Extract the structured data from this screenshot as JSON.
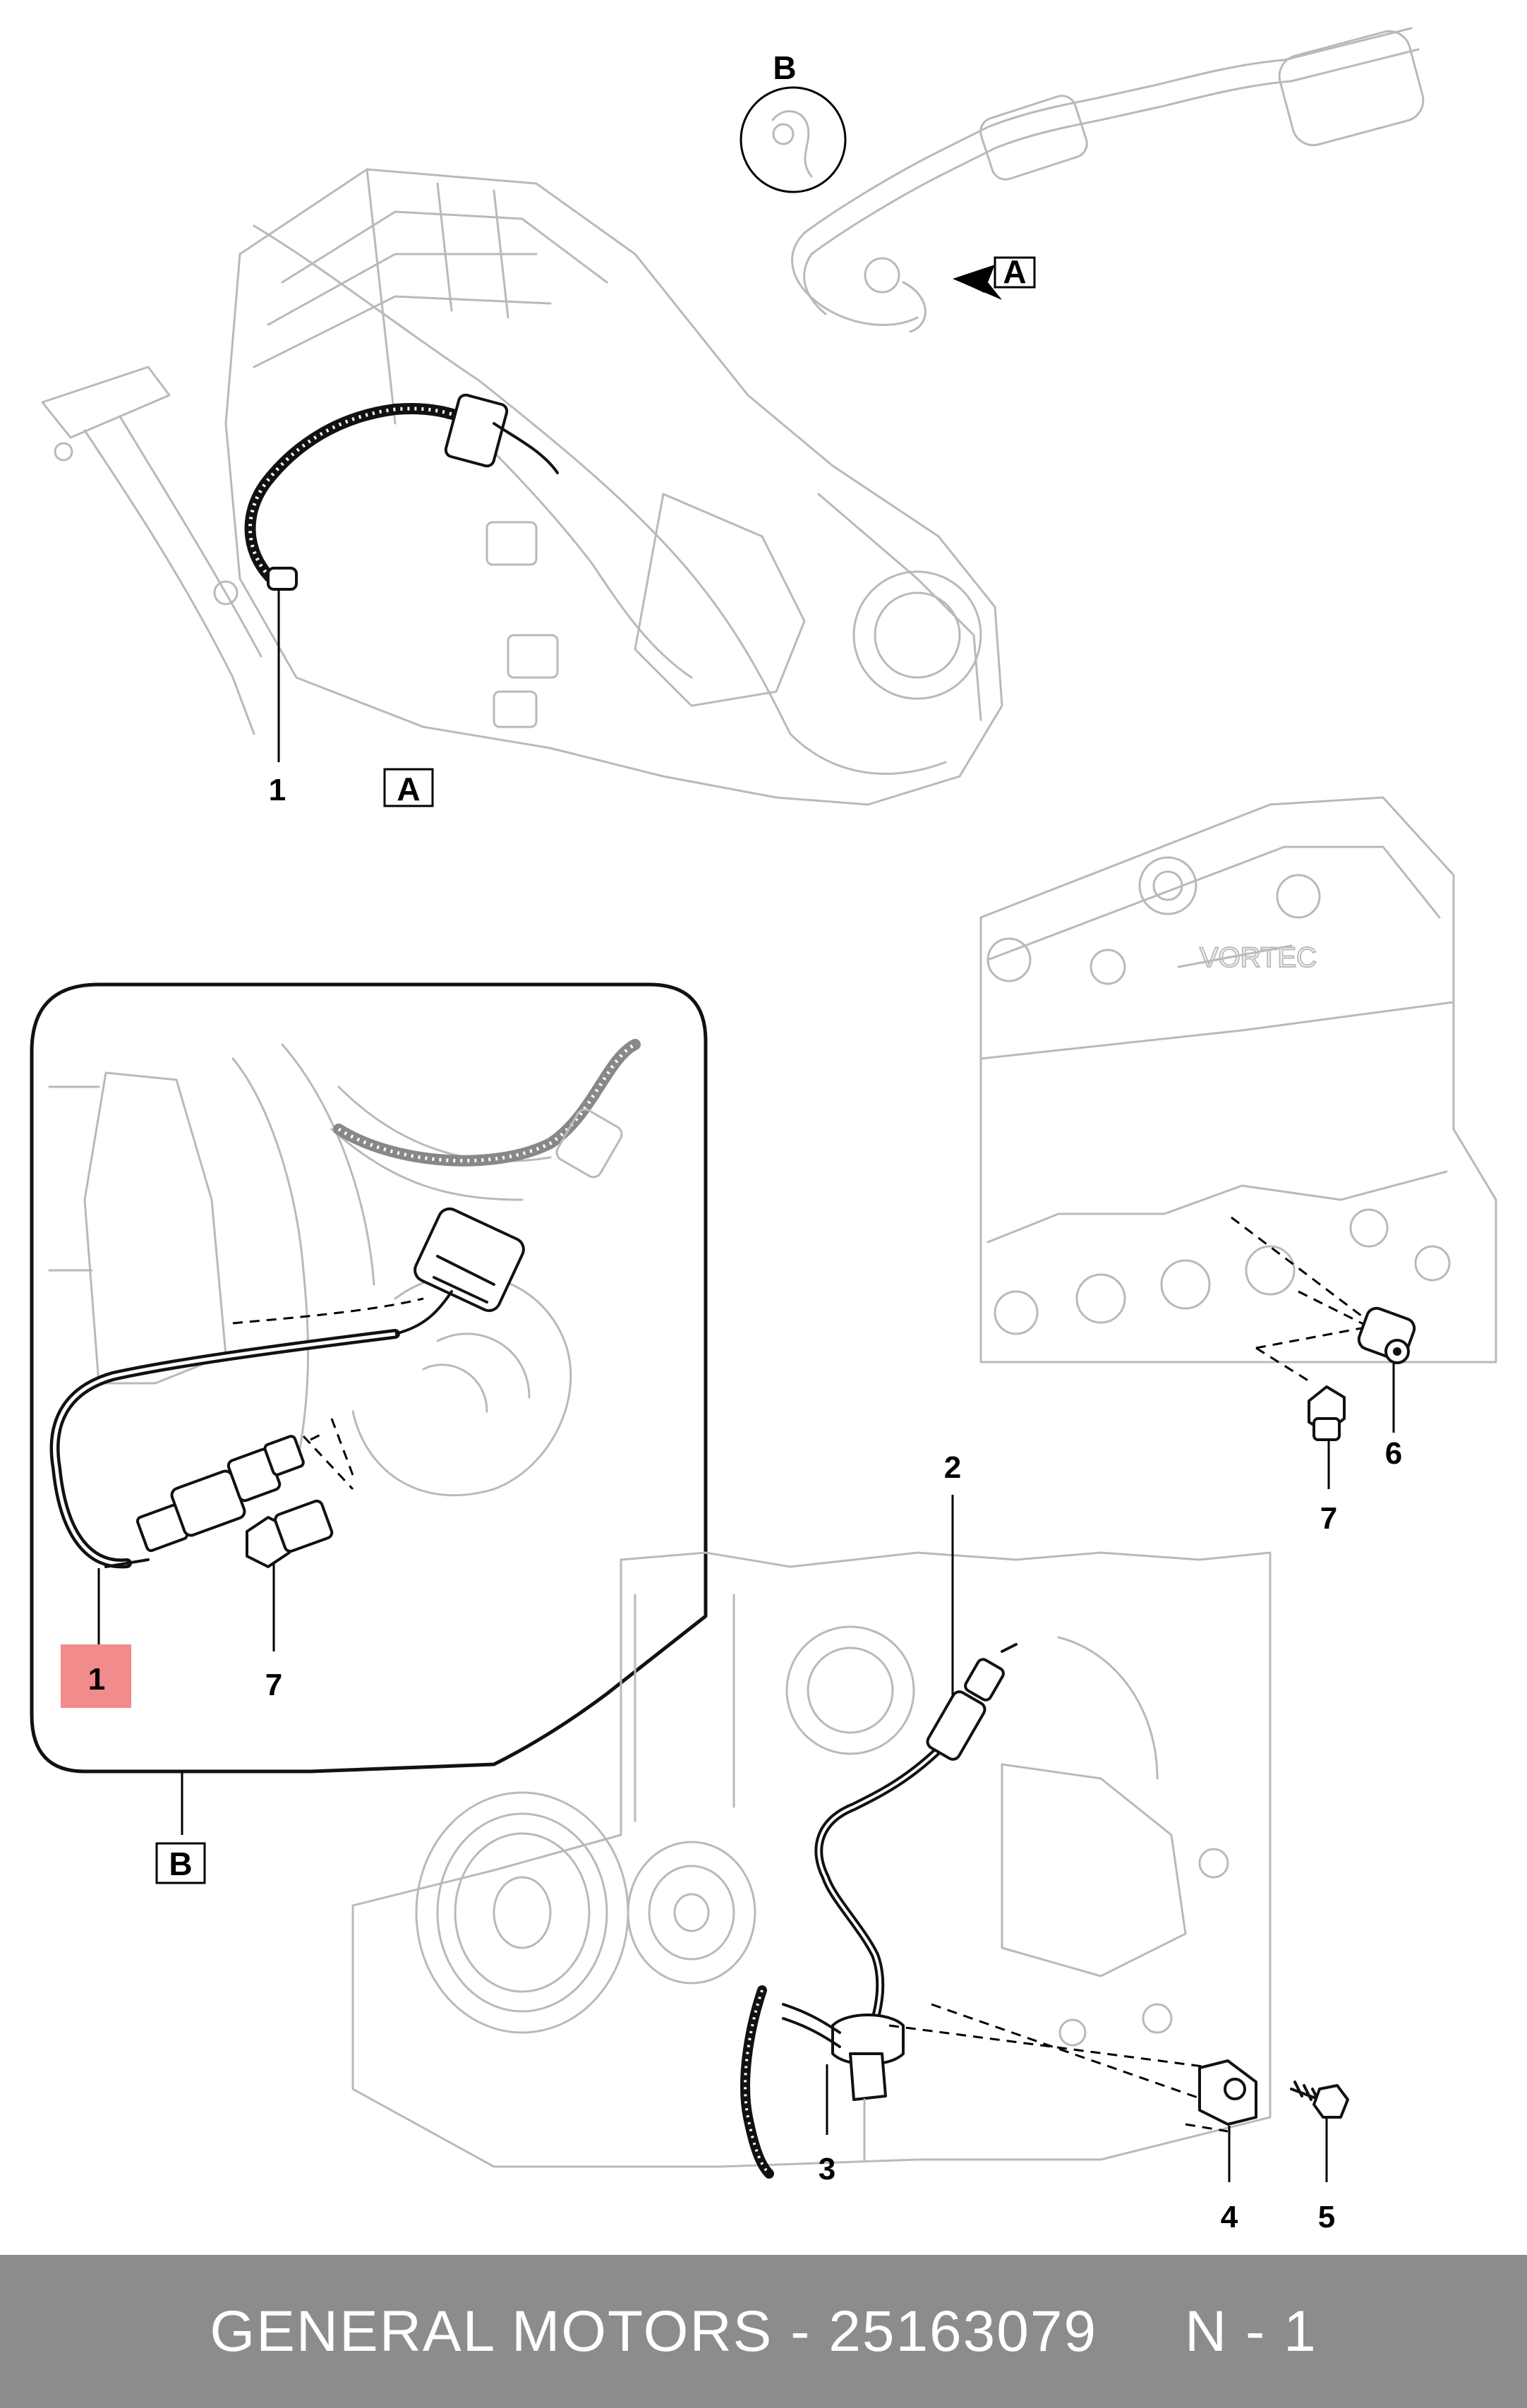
{
  "callouts": {
    "part_1_top": "1",
    "part_1_detail": "1",
    "part_2": "2",
    "part_3": "3",
    "part_4": "4",
    "part_5": "5",
    "part_6": "6",
    "part_7_detail": "7",
    "part_7_engine": "7"
  },
  "view_labels": {
    "view_a_box": "A",
    "view_a_arrow": "A",
    "view_b_box": "B",
    "view_b_circle": "B"
  },
  "highlight": {
    "part": "1",
    "color": "#f28b8b"
  },
  "footer": {
    "text": "GENERAL MOTORS - 25163079     N - 1",
    "background": "#8c8c8c",
    "text_color": "#ffffff"
  }
}
